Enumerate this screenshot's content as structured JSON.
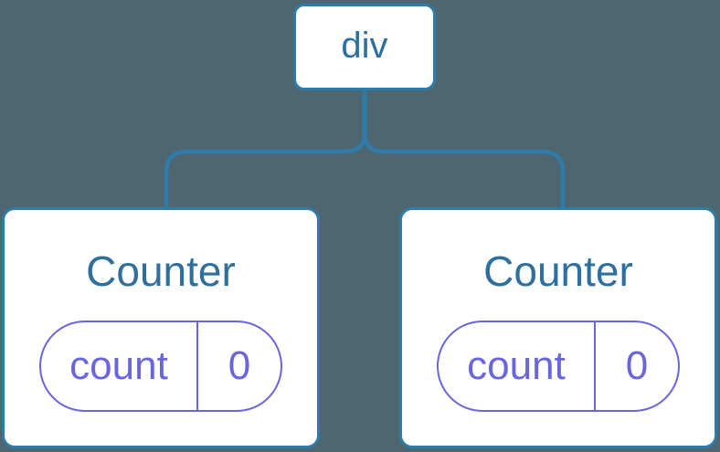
{
  "diagram": {
    "description": "Component tree: a div root with two Counter children, each holding a count state of 0",
    "root": {
      "label": "div"
    },
    "children": [
      {
        "title": "Counter",
        "state": {
          "key": "count",
          "value": "0"
        }
      },
      {
        "title": "Counter",
        "state": {
          "key": "count",
          "value": "0"
        }
      }
    ]
  },
  "colors": {
    "background": "#4D6670",
    "node_fill": "#FFFFFF",
    "node_border": "#2E7CAC",
    "connector_line": "#2E7CAC",
    "node_text": "#2D6F9E",
    "state_accent": "#6865DD"
  }
}
